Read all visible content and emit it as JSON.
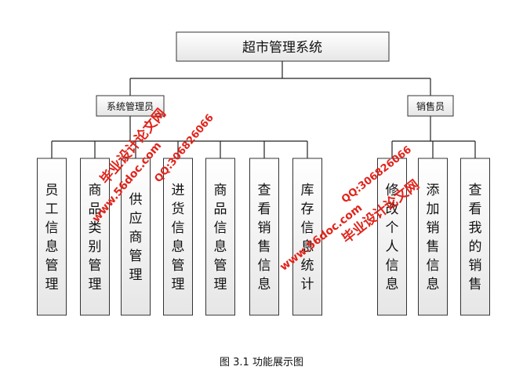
{
  "root": {
    "label": "超市管理系统"
  },
  "roles": [
    {
      "label": "系统管理员"
    },
    {
      "label": "销售员"
    }
  ],
  "admin_functions": [
    "员工信息管理",
    "商品类别管理",
    "供应商管理",
    "进货信息管理",
    "商品信息管理",
    "查看销售信息",
    "库存信息统计"
  ],
  "sales_functions": [
    "修改个人信息",
    "添加销售信息",
    "查看我的销售"
  ],
  "caption": "图 3.1 功能展示图",
  "watermarks": [
    {
      "text": "毕业设计论文网",
      "site": "www.56doc.com",
      "qq": "QQ:306826066"
    },
    {
      "text": "毕业设计论文网",
      "site": "www.56doc.com",
      "qq": "QQ:306826066"
    }
  ],
  "colors": {
    "line": "#222222",
    "watermark": "#e0241b",
    "box_top": "#ffffff",
    "box_bottom": "#e6e6e6"
  }
}
